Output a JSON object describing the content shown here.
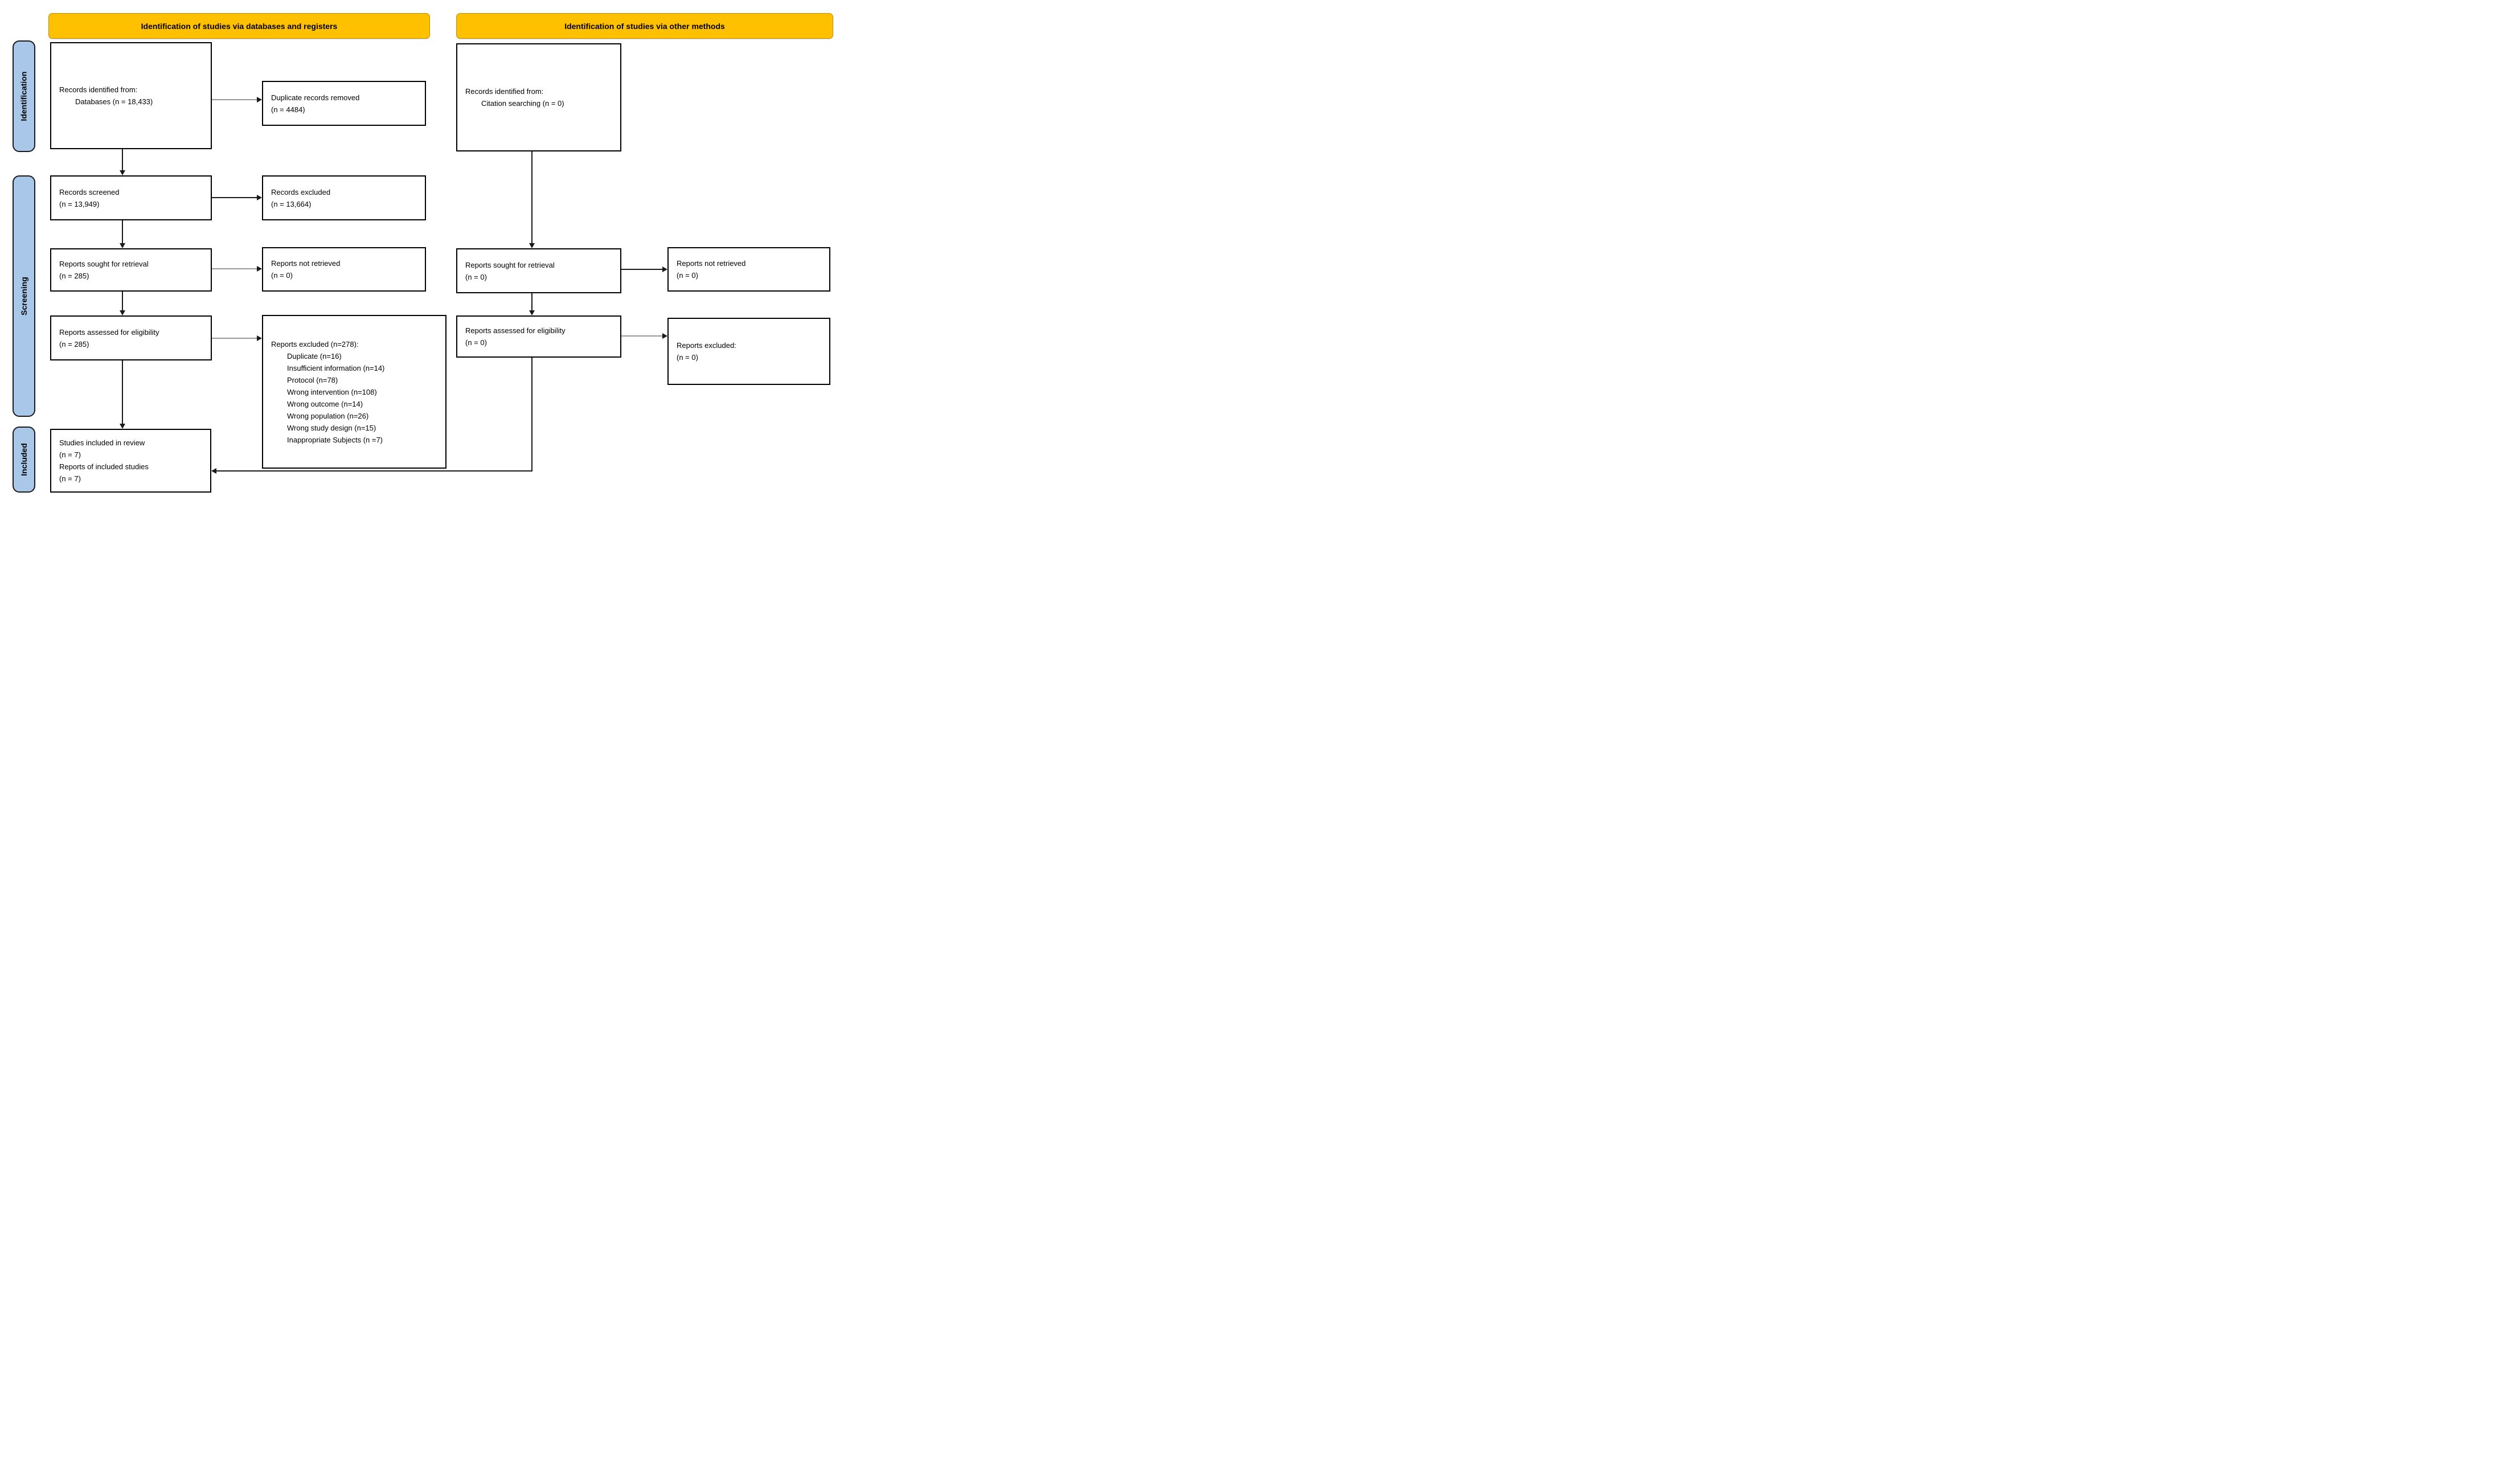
{
  "colors": {
    "banner_fill": "#FFC000",
    "banner_border": "#BF9000",
    "stage_fill": "#A9C7E8",
    "stage_border": "#1a1a1a",
    "box_border": "#000000",
    "arrow_black": "#1a1a1a",
    "arrow_gray": "#999999"
  },
  "banners": {
    "databases": "Identification of studies via databases and registers",
    "other": "Identification of studies via other methods"
  },
  "stages": {
    "identification": "Identification",
    "screening": "Screening",
    "included": "Included"
  },
  "boxes": {
    "records_identified_db": {
      "intro": "Records identified from:",
      "detail": "Databases (n = 18,433)"
    },
    "duplicates_removed": {
      "line1": "Duplicate records removed",
      "line2": "(n = 4484)"
    },
    "records_screened": {
      "line1": "Records screened",
      "line2": "(n = 13,949)"
    },
    "records_excluded": {
      "line1": "Records excluded",
      "line2": "(n = 13,664)"
    },
    "reports_sought_db": {
      "line1": "Reports sought for retrieval",
      "line2": "(n = 285)"
    },
    "reports_not_retrieved_db": {
      "line1": "Reports not retrieved",
      "line2": "(n = 0)"
    },
    "reports_assessed_db": {
      "line1": "Reports assessed for eligibility",
      "line2": "(n = 285)"
    },
    "reports_excluded_reasons": {
      "title": "Reports excluded (n=278):",
      "reasons": [
        "Duplicate (n=16)",
        "Insufficient information (n=14)",
        "Protocol (n=78)",
        "Wrong intervention (n=108)",
        "Wrong outcome (n=14)",
        "Wrong population (n=26)",
        "Wrong study design (n=15)",
        "Inappropriate Subjects (n =7)"
      ]
    },
    "studies_included": {
      "lines": [
        "Studies included in review",
        "(n = 7)",
        "Reports of included studies",
        "(n = 7)"
      ]
    },
    "records_identified_other": {
      "intro": "Records identified from:",
      "detail": "Citation searching (n = 0)"
    },
    "reports_sought_other": {
      "line1": "Reports sought for retrieval",
      "line2": "(n = 0)"
    },
    "reports_not_retrieved_other": {
      "line1": "Reports not retrieved",
      "line2": "(n = 0)"
    },
    "reports_assessed_other": {
      "line1": "Reports assessed for eligibility",
      "line2": "(n = 0)"
    },
    "reports_excluded_other": {
      "line1": "Reports excluded:",
      "line2": "(n = 0)"
    }
  }
}
